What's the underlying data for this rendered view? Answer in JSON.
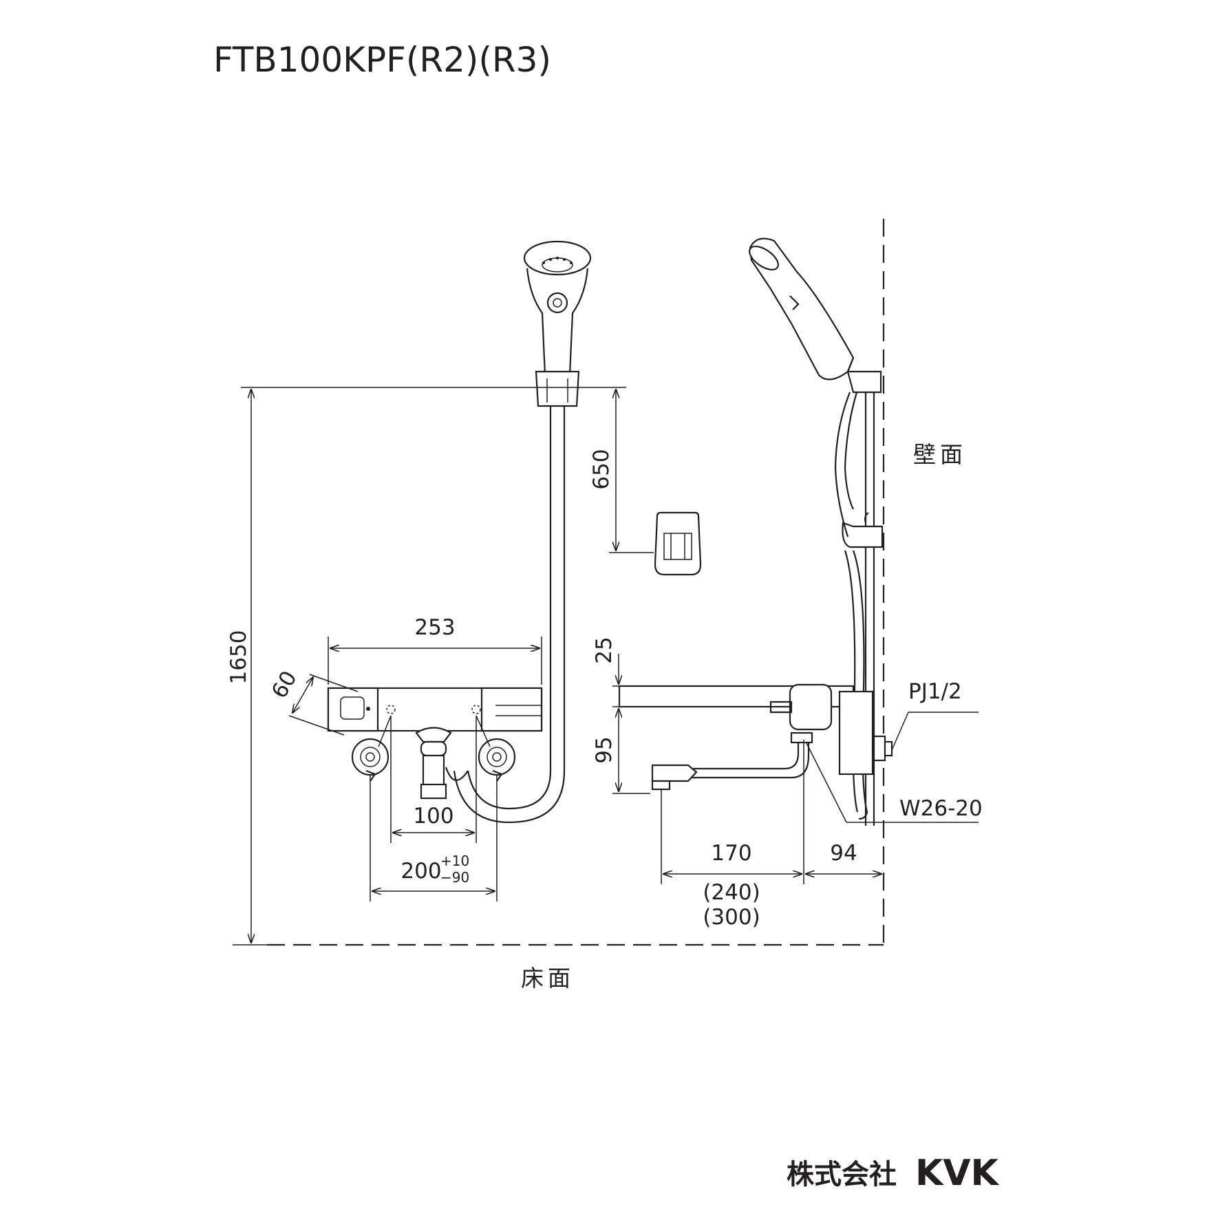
{
  "title": "FTB100KPF(R2)(R3)",
  "labels": {
    "wall": "壁面",
    "floor": "床面",
    "inlet_thread": "PJ1/2",
    "spout_thread": "W26-20"
  },
  "dimensions": {
    "overall_height": "1650",
    "holder_height": "650",
    "body_width": "253",
    "body_depth": "60",
    "inlet_spacing_inner": "100",
    "inlet_spacing": "200",
    "inlet_tol_plus": "+10",
    "inlet_tol_minus": "−90",
    "top_offset": "25",
    "body_height": "95",
    "spout_length": "170",
    "wall_offset": "94",
    "spout_alt_1": "(240)",
    "spout_alt_2": "(300)"
  },
  "company": {
    "name": "株式会社",
    "brand": "KVK"
  }
}
